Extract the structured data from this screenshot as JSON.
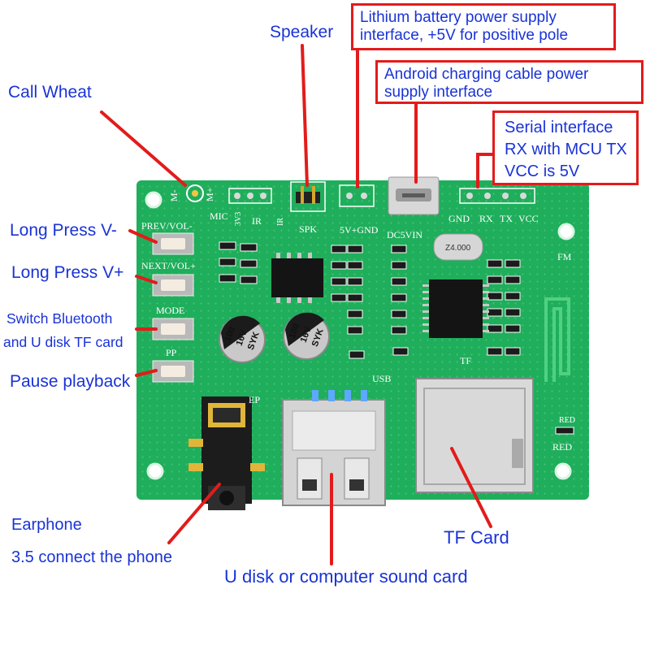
{
  "labels": {
    "speaker": "Speaker",
    "call_wheat": "Call Wheat",
    "long_press_vminus": "Long Press V-",
    "long_press_vplus": "Long Press V+",
    "switch_line1": "Switch Bluetooth",
    "switch_line2": "and U disk TF card",
    "pause": "Pause playback",
    "earphone_line1": "Earphone",
    "earphone_line2": "3.5 connect the phone",
    "u_disk": "U disk or computer sound card",
    "tf_card": "TF Card"
  },
  "boxes": {
    "lithium_line1": "Lithium battery power supply",
    "lithium_line2": "interface, +5V for positive pole",
    "android_line1": "Android charging cable power",
    "android_line2": "supply interface",
    "serial_line1": "Serial interface",
    "serial_line2": "RX with MCU TX",
    "serial_line3": "VCC is 5V"
  },
  "board_silkscreen": {
    "mic": "MIC",
    "mic_minus": "M-",
    "mic_plus": "M+",
    "v33": "3V3",
    "ir1": "IR",
    "ir2": "IR",
    "spk": "SPK",
    "v5_gnd": "5V+GND",
    "dc5vin": "DC5VIN",
    "gnd": "GND",
    "rx": "RX",
    "tx": "TX",
    "vcc": "VCC",
    "prev_vol": "PREV/VOL-",
    "next_vol": "NEXT/VOL+",
    "mode": "MODE",
    "pp": "PP",
    "ep": "EP",
    "usb": "USB",
    "tf": "TF",
    "fm": "FM",
    "red_top": "RED",
    "red_bottom": "RED",
    "crystal": "Z4.000",
    "cap1_line1": "100",
    "cap1_line2": "16V",
    "cap1_line3": "SYK",
    "cap2_line1": "100",
    "cap2_line2": "16V",
    "cap2_line3": "SYK"
  },
  "colors": {
    "label_text": "#1a33d6",
    "arrow": "#e31b1b",
    "board": "#1fae5b"
  }
}
